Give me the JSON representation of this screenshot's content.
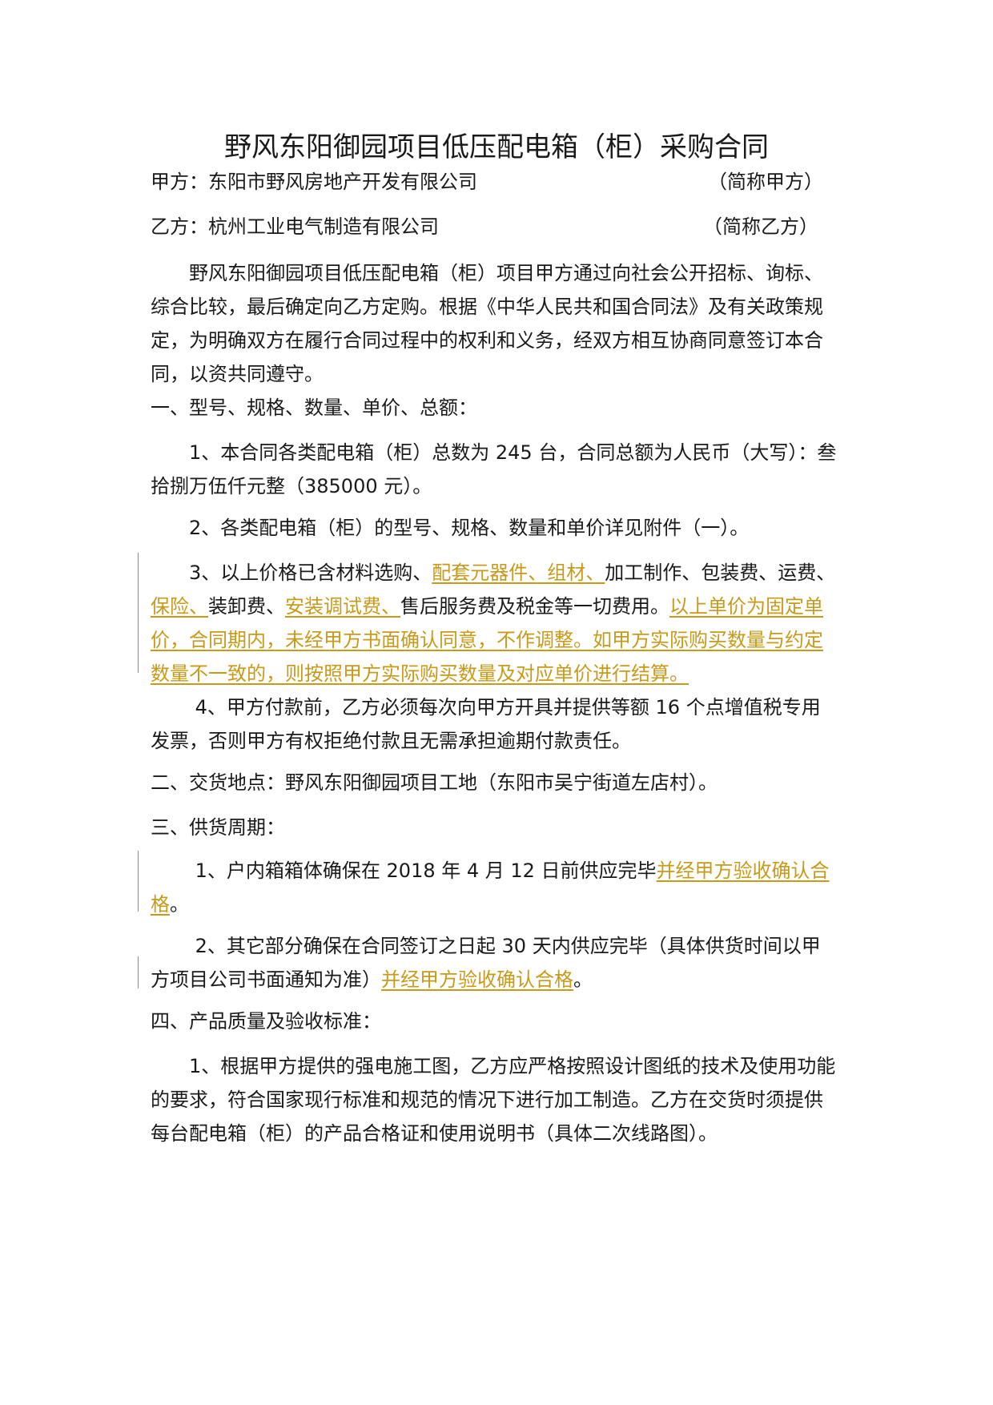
{
  "doc": {
    "title": "野风东阳御园项目低压配电箱（柜）采购合同",
    "party_a": {
      "label": "甲方：东阳市野风房地产开发有限公司",
      "abbr": "（简称甲方）"
    },
    "party_b": {
      "label": "乙方：杭州工业电气制造有限公司",
      "abbr": "（简称乙方）"
    },
    "intro": "　　野风东阳御园项目低压配电箱（柜）项目甲方通过向社会公开招标、询标、综合比较，最后确定向乙方定购。根据《中华人民共和国合同法》及有关政策规定，为明确双方在履行合同过程中的权利和义务，经双方相互协商同意签订本合同，以资共同遵守。",
    "s1": {
      "heading": "一、型号、规格、数量、单价、总额：",
      "p1": "　　1、本合同各类配电箱（柜）总数为 245 台，合同总额为人民币（大写）：叁拾捌万伍仟元整（385000 元）。",
      "p2": "　　2、各类配电箱（柜）的型号、规格、数量和单价详见附件（一）。",
      "p3": {
        "t1": "　　3、以上价格已含材料选购、",
        "h1": "配套元器件、组材、",
        "t2": "加工制作、包装费、运费、",
        "h2": "保险、",
        "t3": "装卸费、",
        "h3": "安装调试费、",
        "t4": "售后服务费及税金等一切费用。",
        "h4": "以上单价为固定单价，合同期内，未经甲方书面确认同意，不作调整。如甲方实际购买数量与约定数量不一致的，则按照甲方实际购买数量及对应单价进行结算。"
      },
      "p4": "　　 4、甲方付款前，乙方必须每次向甲方开具并提供等额 16 个点增值税专用发票，否则甲方有权拒绝付款且无需承担逾期付款责任。"
    },
    "s2": {
      "heading": "二、交货地点：野风东阳御园项目工地（东阳市吴宁街道左店村）。"
    },
    "s3": {
      "heading": "三、供货周期：",
      "p1": {
        "t1": "　　 1、户内箱箱体确保在 2018 年 4 月 12 日前供应完毕",
        "h1": "并经甲方验收确认合格",
        "t2": "。"
      },
      "p2": {
        "t1": "　　 2、其它部分确保在合同签订之日起 30 天内供应完毕（具体供货时间以甲方项目公司书面通知为准）",
        "h1": "并经甲方验收确认合格",
        "t2": "。"
      }
    },
    "s4": {
      "heading": "四、产品质量及验收标准：",
      "p1": "　　1、根据甲方提供的强电施工图，乙方应严格按照设计图纸的技术及使用功能的要求，符合国家现行标准和规范的情况下进行加工制造。乙方在交货时须提供每台配电箱（柜）的产品合格证和使用说明书（具体二次线路图）。"
    },
    "colors": {
      "tracked_change": "#c99a1a",
      "text": "#1a1a1a"
    }
  }
}
